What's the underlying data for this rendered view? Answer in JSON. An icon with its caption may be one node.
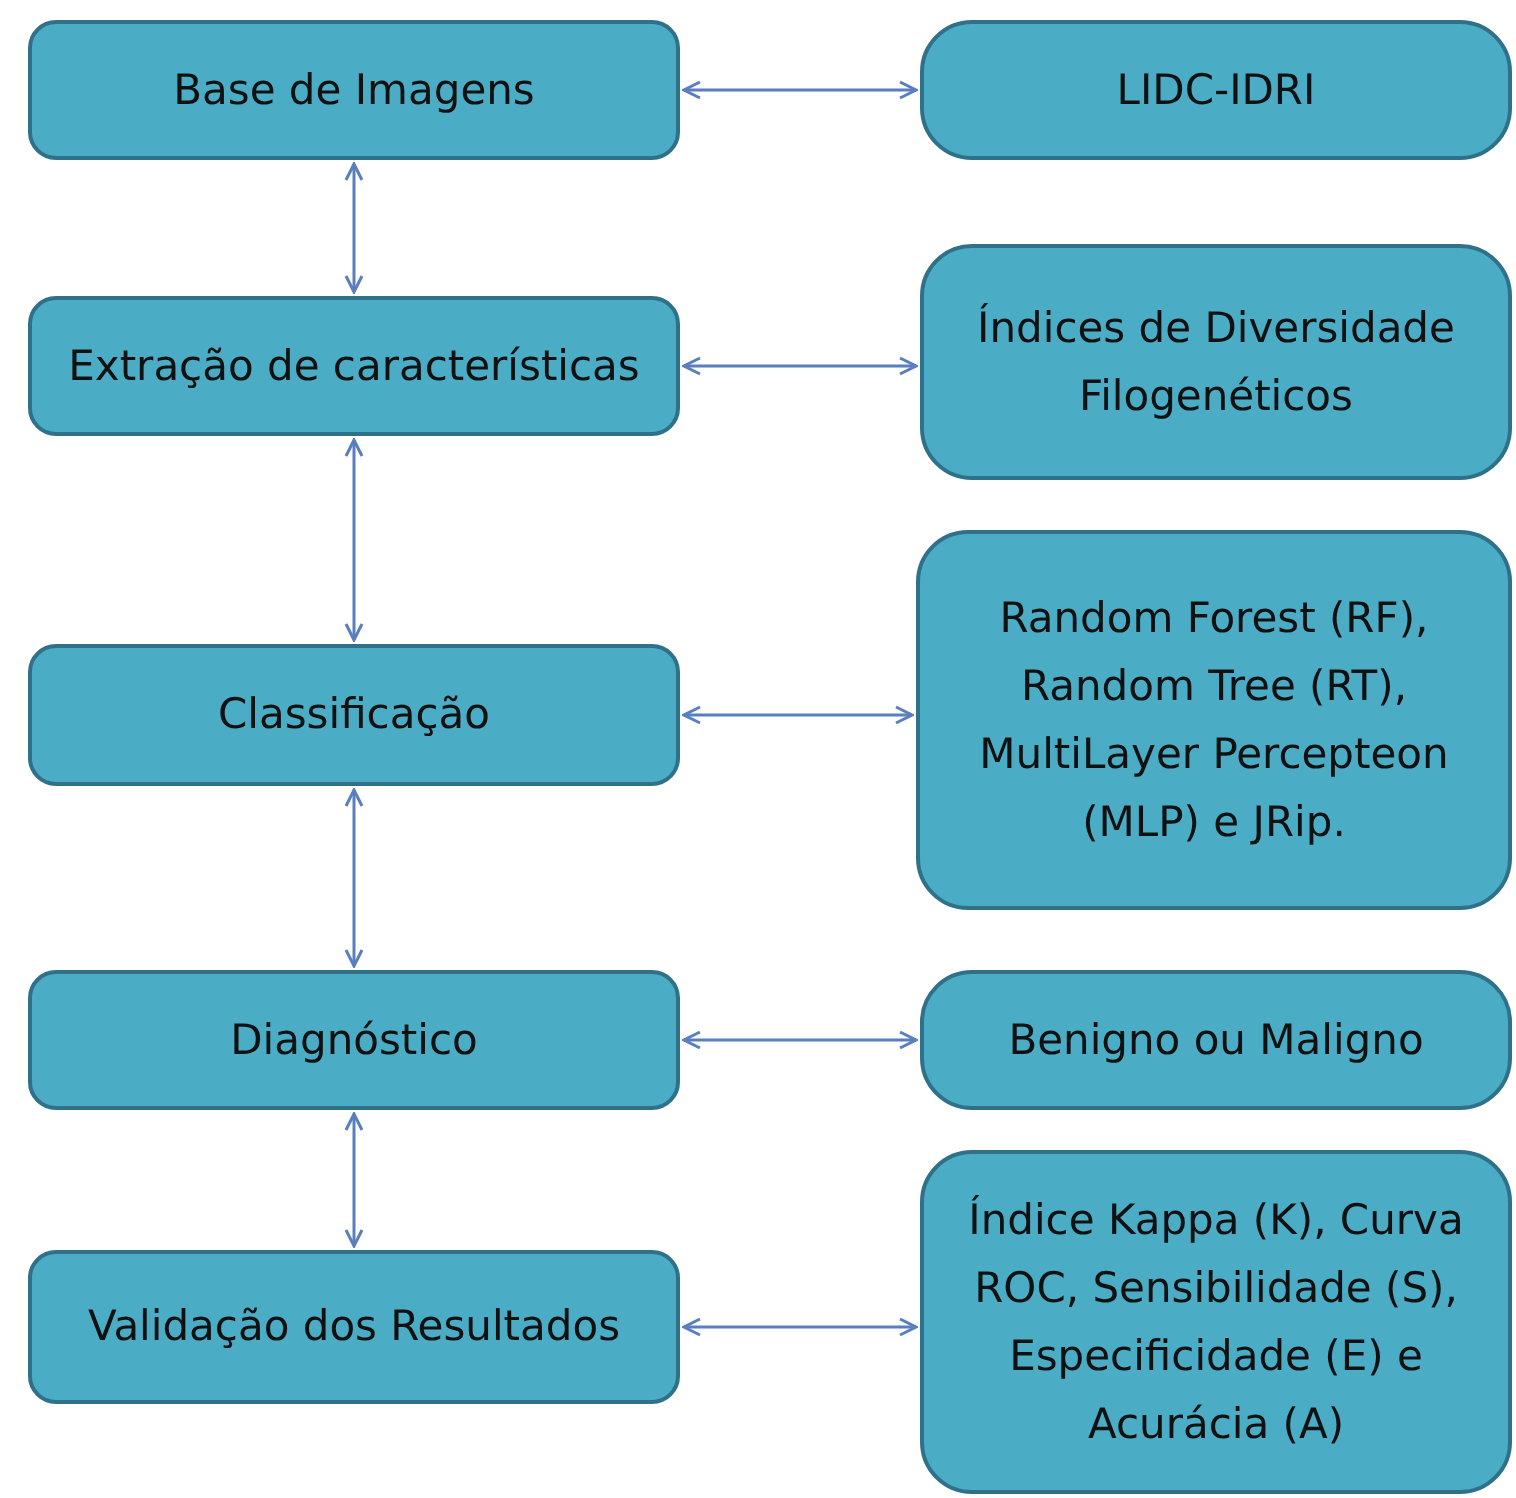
{
  "diagram": {
    "nodes": [
      {
        "text": [
          "Base de Imagens"
        ]
      },
      {
        "text": [
          "LIDC-IDRI"
        ]
      },
      {
        "text": [
          "Extração de características"
        ]
      },
      {
        "text": [
          "Índices de Diversidade Filogenéticos"
        ]
      },
      {
        "text": [
          "Classificação"
        ]
      },
      {
        "text": [
          "Random Forest (RF), Random Tree (RT), MultiLayer Percepteon (MLP) e JRip."
        ]
      },
      {
        "text": [
          "Diagnóstico"
        ]
      },
      {
        "text": [
          "Benigno ou Maligno"
        ]
      },
      {
        "text": [
          "Validação dos Resultados"
        ]
      },
      {
        "text": [
          "Índice Kappa (K), Curva ROC, Sensibilidade (S), Especificidade (E) e Acurácia (A)"
        ]
      }
    ],
    "edges": [
      {
        "from": 0,
        "to": 1,
        "arrow": "both"
      },
      {
        "from": 0,
        "to": 2,
        "arrow": "both"
      },
      {
        "from": 2,
        "to": 3,
        "arrow": "both"
      },
      {
        "from": 2,
        "to": 4,
        "arrow": "both"
      },
      {
        "from": 4,
        "to": 5,
        "arrow": "both"
      },
      {
        "from": 4,
        "to": 6,
        "arrow": "both"
      },
      {
        "from": 6,
        "to": 7,
        "arrow": "both"
      },
      {
        "from": 6,
        "to": 8,
        "arrow": "both"
      },
      {
        "from": 8,
        "to": 9,
        "arrow": "both"
      }
    ]
  }
}
